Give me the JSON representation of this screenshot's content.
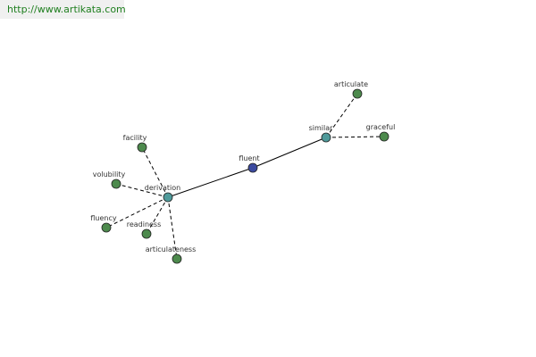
{
  "header": {
    "url": "http://www.artikata.com"
  },
  "colors": {
    "center_node": "#3b4aa0",
    "hub_node": "#4f9a9a",
    "leaf_node": "#4d8a4d",
    "node_outline": "#222222",
    "url_text": "#1f7f1f"
  },
  "graph": {
    "nodes": [
      {
        "id": "fluent",
        "label": "fluent",
        "kind": "center"
      },
      {
        "id": "derivation",
        "label": "derivation",
        "kind": "hub"
      },
      {
        "id": "similar",
        "label": "similar",
        "kind": "hub"
      },
      {
        "id": "articulate",
        "label": "articulate",
        "kind": "leaf"
      },
      {
        "id": "graceful",
        "label": "graceful",
        "kind": "leaf"
      },
      {
        "id": "facility",
        "label": "facility",
        "kind": "leaf"
      },
      {
        "id": "volubility",
        "label": "volubility",
        "kind": "leaf"
      },
      {
        "id": "fluency",
        "label": "fluency",
        "kind": "leaf"
      },
      {
        "id": "readiness",
        "label": "readiness",
        "kind": "leaf"
      },
      {
        "id": "articulateness",
        "label": "articulateness",
        "kind": "leaf"
      }
    ],
    "edges": [
      {
        "from": "fluent",
        "to": "derivation",
        "style": "solid"
      },
      {
        "from": "fluent",
        "to": "similar",
        "style": "solid"
      },
      {
        "from": "similar",
        "to": "articulate",
        "style": "dashed"
      },
      {
        "from": "similar",
        "to": "graceful",
        "style": "dashed"
      },
      {
        "from": "derivation",
        "to": "facility",
        "style": "dashed"
      },
      {
        "from": "derivation",
        "to": "volubility",
        "style": "dashed"
      },
      {
        "from": "derivation",
        "to": "fluency",
        "style": "dashed"
      },
      {
        "from": "derivation",
        "to": "readiness",
        "style": "dashed"
      },
      {
        "from": "derivation",
        "to": "articulateness",
        "style": "dashed"
      }
    ]
  }
}
